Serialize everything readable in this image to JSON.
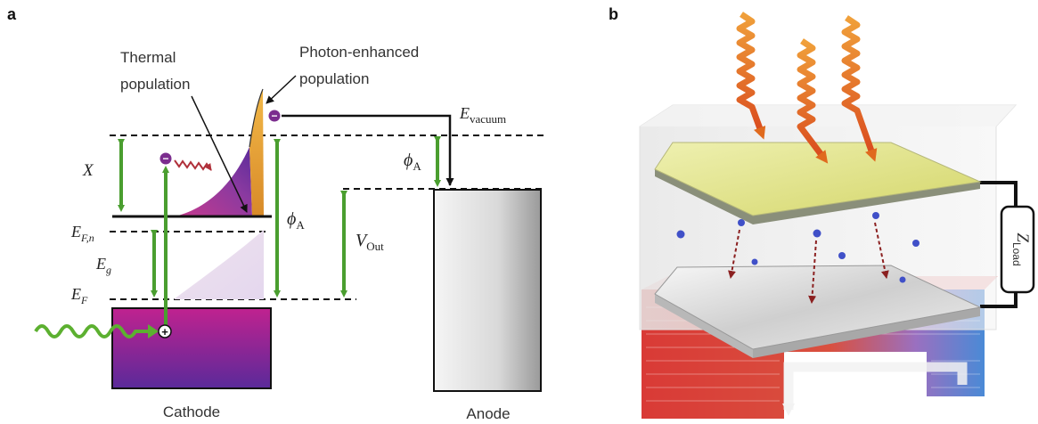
{
  "panel_a": {
    "letter": "a",
    "labels": {
      "thermal": [
        "Thermal",
        "population"
      ],
      "photon": [
        "Photon-enhanced",
        "population"
      ],
      "cathode": "Cathode",
      "anode": "Anode"
    },
    "energy_symbols": {
      "x": "X",
      "efn_base": "E",
      "efn_sub": "F,n",
      "eg_base": "E",
      "eg_sub": "g",
      "ef_base": "E",
      "ef_sub": "F",
      "phi_cathode_base": "ϕ",
      "phi_cathode_sub": "A",
      "phi_anode_base": "ϕ",
      "phi_anode_sub": "A",
      "evac_base": "E",
      "evac_sub": "vacuum",
      "vout_base": "V",
      "vout_sub": "Out"
    },
    "carriers": {
      "electron": "−",
      "hole": "+"
    },
    "colors": {
      "arrow_green": "#4a9e2f",
      "cathode_top": "#c0228f",
      "cathode_bottom": "#5a2a9a",
      "electron": "#7b2d8e",
      "thermalization": "#b0303a",
      "photon_fill": "#e8a030"
    }
  },
  "panel_b": {
    "letter": "b",
    "load_label": {
      "base": "Z",
      "sub": "Load"
    },
    "colors": {
      "sun_rays": "#e8782a",
      "top_plate": "#e3e48f",
      "hot_side": "#d93a36",
      "cold_side": "#4a8ad6",
      "electrons": "#4050c8",
      "electron_paths": "#8b2020"
    }
  }
}
